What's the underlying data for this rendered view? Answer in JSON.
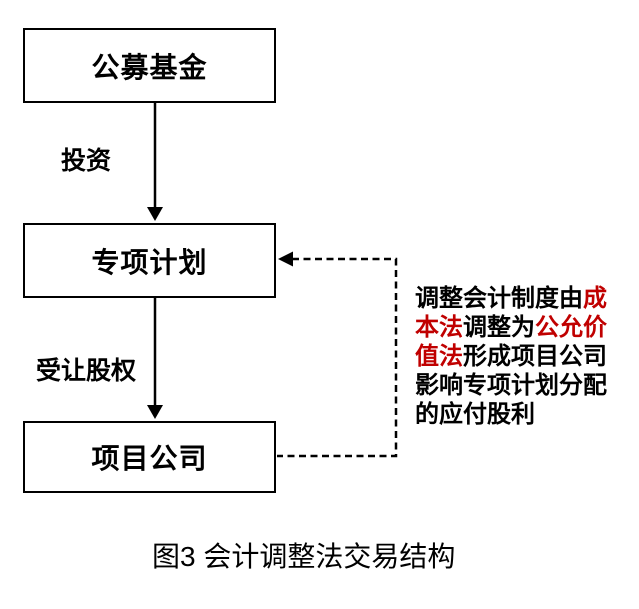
{
  "figure": {
    "caption": "图3 会计调整法交易结构",
    "colors": {
      "line": "#000000",
      "text": "#000000",
      "highlight_red": "#C00000",
      "background": "#FFFFFF"
    },
    "nodes": [
      {
        "id": "public-fund",
        "label": "公募基金"
      },
      {
        "id": "special-plan",
        "label": "专项计划"
      },
      {
        "id": "project-company",
        "label": "项目公司"
      }
    ],
    "edges": [
      {
        "from": "public-fund",
        "to": "special-plan",
        "label": "投资",
        "style": "solid-arrow"
      },
      {
        "from": "special-plan",
        "to": "project-company",
        "label": "受让股权",
        "style": "solid-arrow"
      },
      {
        "from": "project-company",
        "to": "special-plan",
        "label": "",
        "style": "dashed-arrow"
      }
    ],
    "annotation": {
      "full_text": "调整会计制度由成本法调整为公允价值法形成项目公司影响专项计划分配的应付股利",
      "segments": [
        {
          "text": "调整会计制度由",
          "color": "black"
        },
        {
          "text": "成本法",
          "color": "red"
        },
        {
          "text": "调整为",
          "color": "black"
        },
        {
          "text": "公允价值法",
          "color": "red"
        },
        {
          "text": "形成项目公司影响专项计划分配的应付股利",
          "color": "black"
        }
      ]
    }
  }
}
